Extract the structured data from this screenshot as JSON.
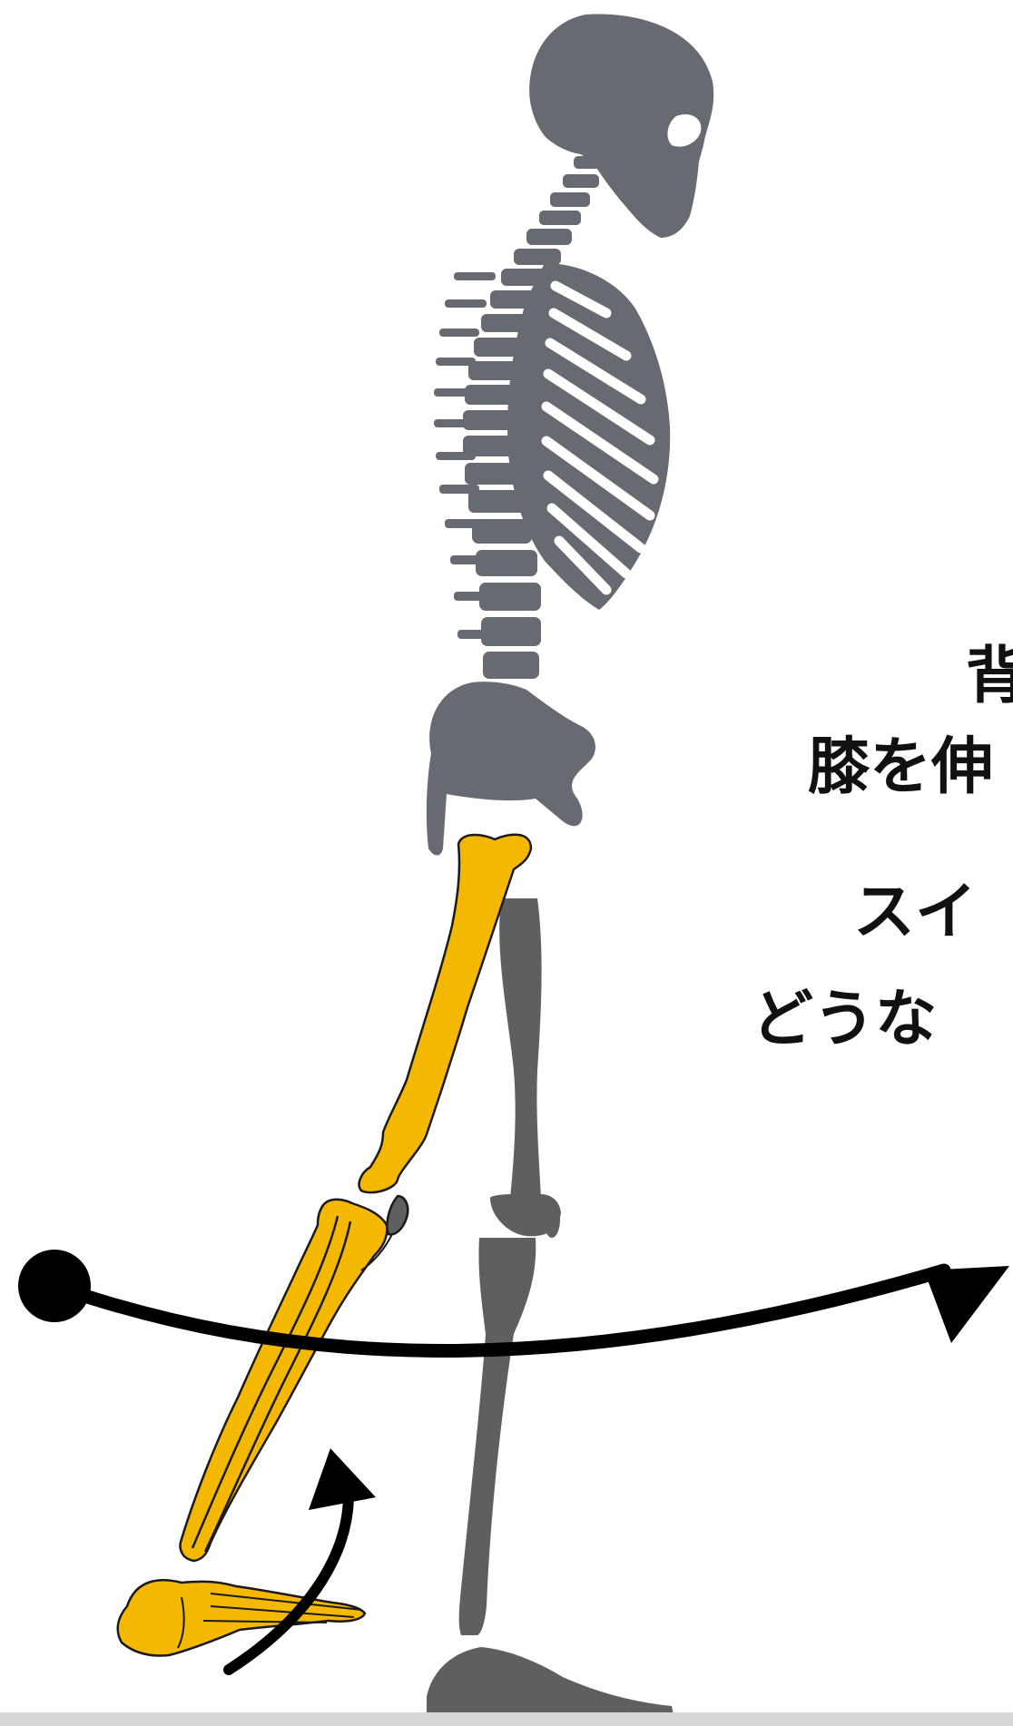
{
  "colors": {
    "skeleton": "#676a70",
    "back_leg": "#5e5f61",
    "swing_leg": "#f5b800",
    "outline": "#1a1a1a",
    "arrow": "#000000",
    "text": "#111111",
    "floor": "#d7d8da"
  },
  "caption": {
    "line_1": "背",
    "line_2": "膝を伸",
    "line_3": "スイ",
    "line_4": "どうな"
  },
  "icons": {
    "swing_arrow": "curved-arrow-right",
    "ankle_arrow": "curved-arrow-up"
  }
}
